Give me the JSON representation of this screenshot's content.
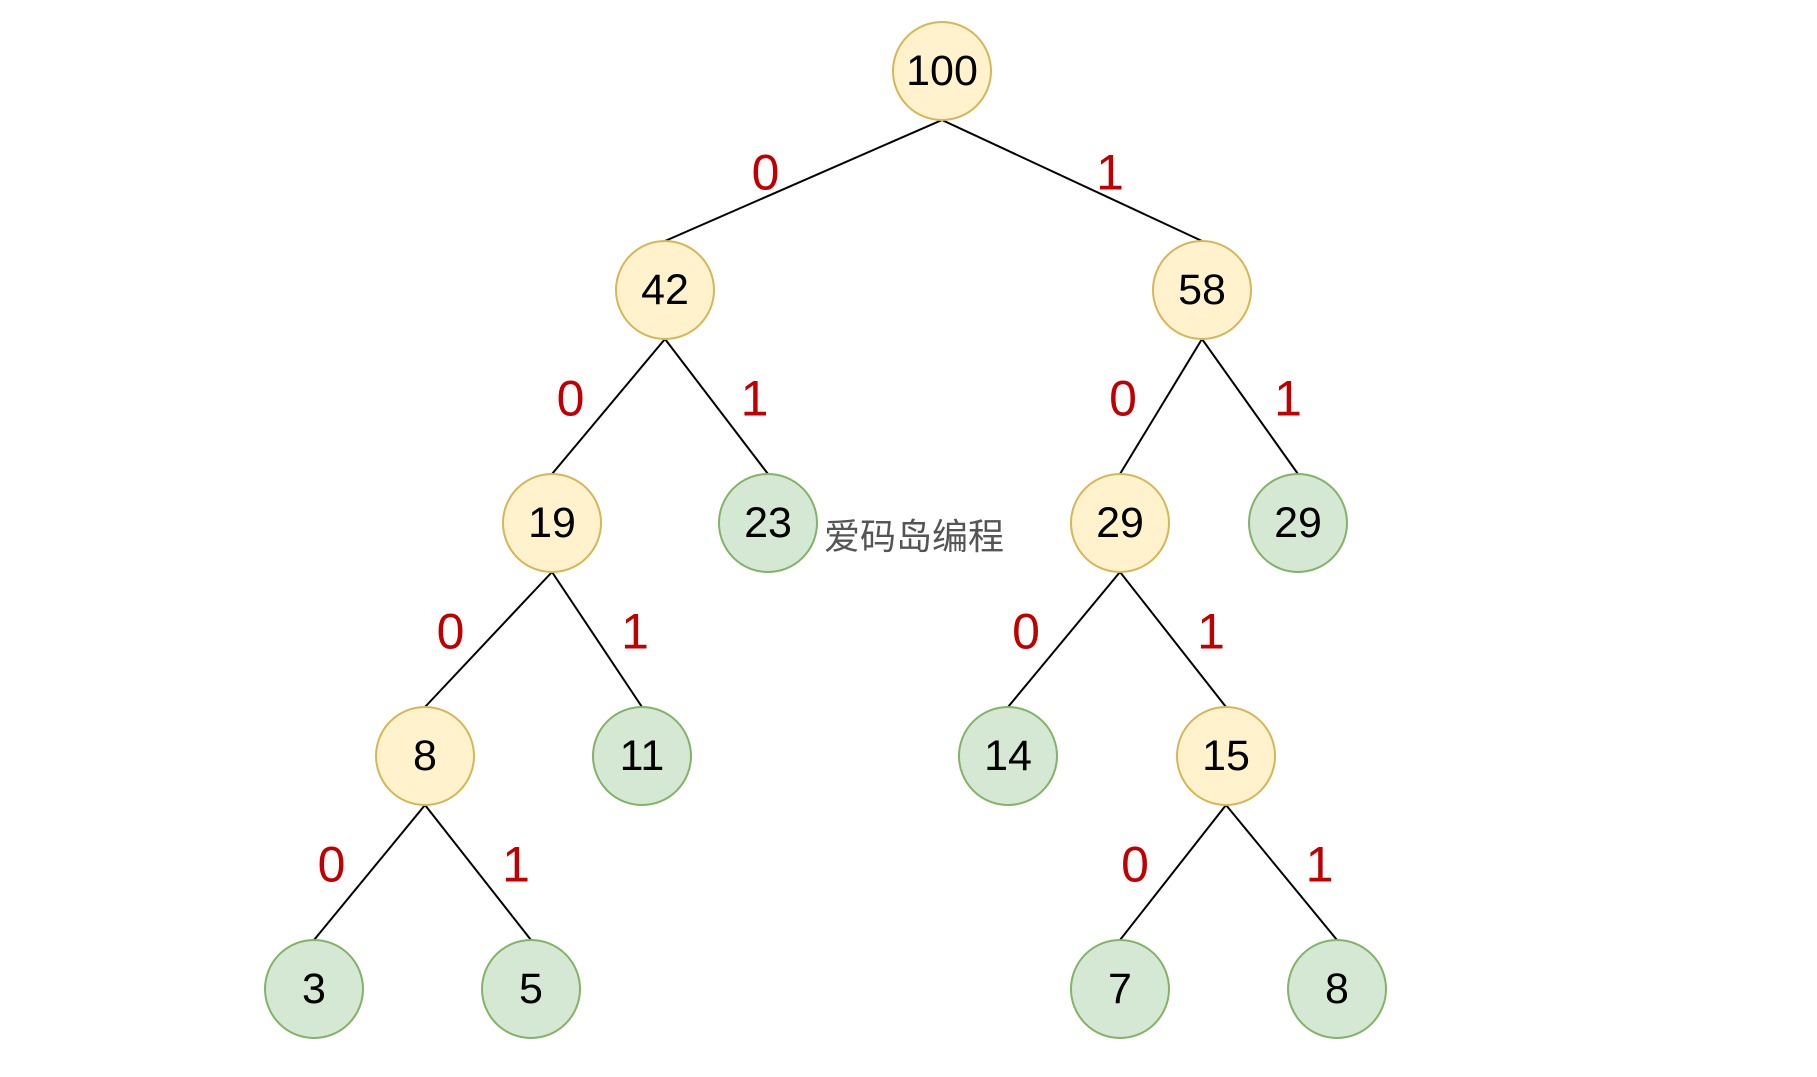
{
  "tree": {
    "nodes": [
      {
        "id": "n100",
        "label": "100",
        "kind": "internal"
      },
      {
        "id": "n42",
        "label": "42",
        "kind": "internal"
      },
      {
        "id": "n58",
        "label": "58",
        "kind": "internal"
      },
      {
        "id": "n19",
        "label": "19",
        "kind": "internal"
      },
      {
        "id": "n23",
        "label": "23",
        "kind": "leaf"
      },
      {
        "id": "n29a",
        "label": "29",
        "kind": "internal"
      },
      {
        "id": "n29b",
        "label": "29",
        "kind": "leaf"
      },
      {
        "id": "n8a",
        "label": "8",
        "kind": "internal"
      },
      {
        "id": "n11",
        "label": "11",
        "kind": "leaf"
      },
      {
        "id": "n14",
        "label": "14",
        "kind": "leaf"
      },
      {
        "id": "n15",
        "label": "15",
        "kind": "internal"
      },
      {
        "id": "n3",
        "label": "3",
        "kind": "leaf"
      },
      {
        "id": "n5",
        "label": "5",
        "kind": "leaf"
      },
      {
        "id": "n7",
        "label": "7",
        "kind": "leaf"
      },
      {
        "id": "n8b",
        "label": "8",
        "kind": "leaf"
      }
    ],
    "edges": [
      {
        "from": "n100",
        "to": "n42",
        "bit": "0"
      },
      {
        "from": "n100",
        "to": "n58",
        "bit": "1"
      },
      {
        "from": "n42",
        "to": "n19",
        "bit": "0"
      },
      {
        "from": "n42",
        "to": "n23",
        "bit": "1"
      },
      {
        "from": "n58",
        "to": "n29a",
        "bit": "0"
      },
      {
        "from": "n58",
        "to": "n29b",
        "bit": "1"
      },
      {
        "from": "n19",
        "to": "n8a",
        "bit": "0"
      },
      {
        "from": "n19",
        "to": "n11",
        "bit": "1"
      },
      {
        "from": "n29a",
        "to": "n14",
        "bit": "0"
      },
      {
        "from": "n29a",
        "to": "n15",
        "bit": "1"
      },
      {
        "from": "n8a",
        "to": "n3",
        "bit": "0"
      },
      {
        "from": "n8a",
        "to": "n5",
        "bit": "1"
      },
      {
        "from": "n15",
        "to": "n7",
        "bit": "0"
      },
      {
        "from": "n15",
        "to": "n8b",
        "bit": "1"
      }
    ]
  },
  "watermark": "爱码岛编程",
  "colors": {
    "internal_fill": "#fff2cc",
    "internal_stroke": "#d6b656",
    "leaf_fill": "#d5e8d4",
    "leaf_stroke": "#82b366",
    "edge": "#000000",
    "bit_label": "#c00000"
  }
}
